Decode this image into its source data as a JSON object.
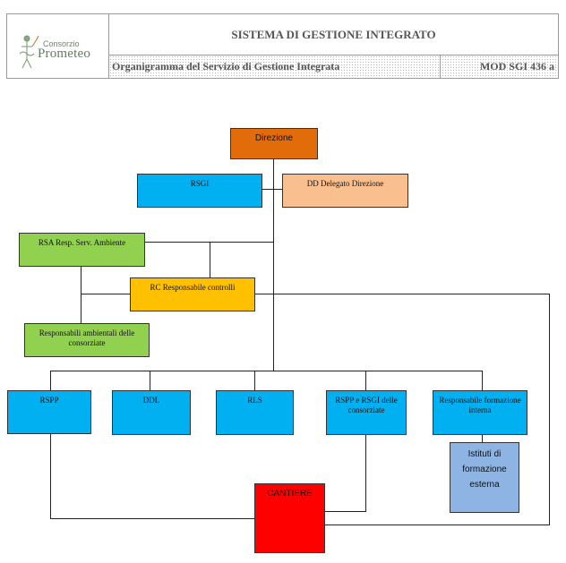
{
  "header": {
    "logo_small": "Consorzio",
    "logo_main": "Prometeo",
    "title": "SISTEMA DI GESTIONE INTEGRATO",
    "subtitle": "Organigramma del Servizio di Gestione Integrata",
    "module_code": "MOD SGI 436 a"
  },
  "colors": {
    "direzione": "#e36c0a",
    "blue": "#00b0f0",
    "peach": "#fabf8f",
    "green": "#92d050",
    "amber": "#ffc000",
    "steel": "#8eb4e3",
    "red": "#ff0000"
  },
  "nodes": {
    "direzione": "Direzione",
    "rsgi": "RSGI",
    "dd_delegato": "DD Delegato Direzione",
    "rsa": "RSA Resp. Serv. Ambiente",
    "rc": "RC Responsabile controlli",
    "resp_ambientali": "Responsabili ambientali delle consorziate",
    "rspp": "RSPP",
    "ddl": "DDL",
    "rls": "RLS",
    "rspp_rsgi": "RSPP e RSGI delle consorziate",
    "resp_formazione": "Responsabile formazione interna",
    "istituti": "Istituti di formazione esterna",
    "cantiere": "CANTIERE"
  }
}
